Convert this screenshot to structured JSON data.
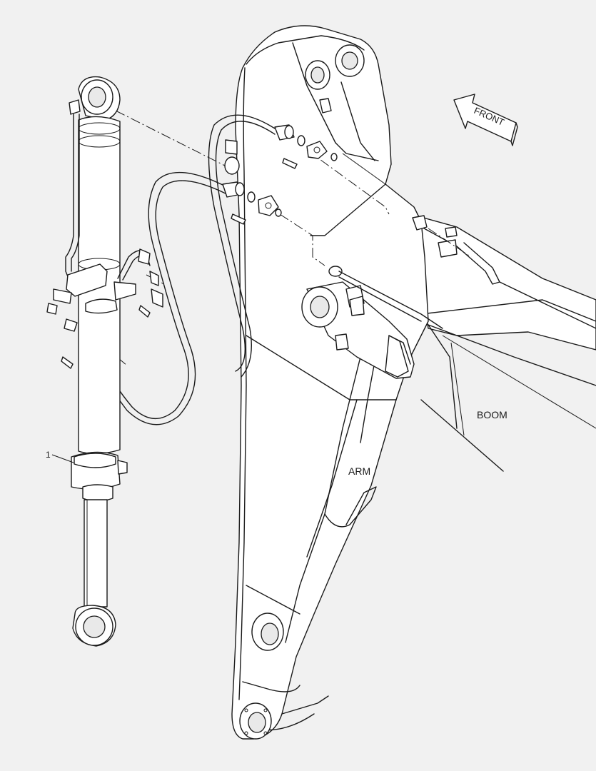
{
  "labels": {
    "front": "FRONT",
    "boom": "BOOM",
    "arm": "ARM",
    "callout_1": "1"
  },
  "colors": {
    "background": "#f1f1f1",
    "line": "#1a1a1a",
    "fill": "#ffffff"
  }
}
